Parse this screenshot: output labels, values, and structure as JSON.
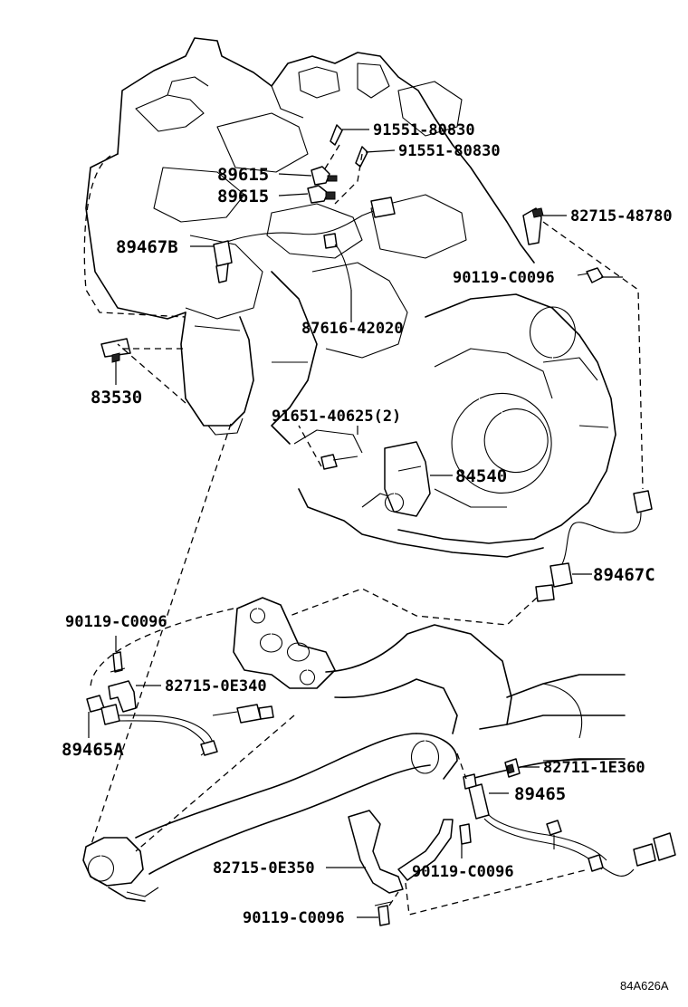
{
  "diagram_id": "84A626A",
  "labels": {
    "p91551_80830_a": "91551-80830",
    "p91551_80830_b": "91551-80830",
    "p89615_a": "89615",
    "p89615_b": "89615",
    "p82715_48780": "82715-48780",
    "p89467b": "89467B",
    "p90119_c0096_top": "90119-C0096",
    "p87616_42020": "87616-42020",
    "p83530": "83530",
    "p91651_40625": "91651-40625(2)",
    "p84540": "84540",
    "p89467c": "89467C",
    "p90119_c0096_left": "90119-C0096",
    "p82715_0e340": "82715-0E340",
    "p89465a": "89465A",
    "p82711_1e360": "82711-1E360",
    "p89465": "89465",
    "p82715_0e350": "82715-0E350",
    "p90119_c0096_mid": "90119-C0096",
    "p90119_c0096_bottom": "90119-C0096"
  }
}
